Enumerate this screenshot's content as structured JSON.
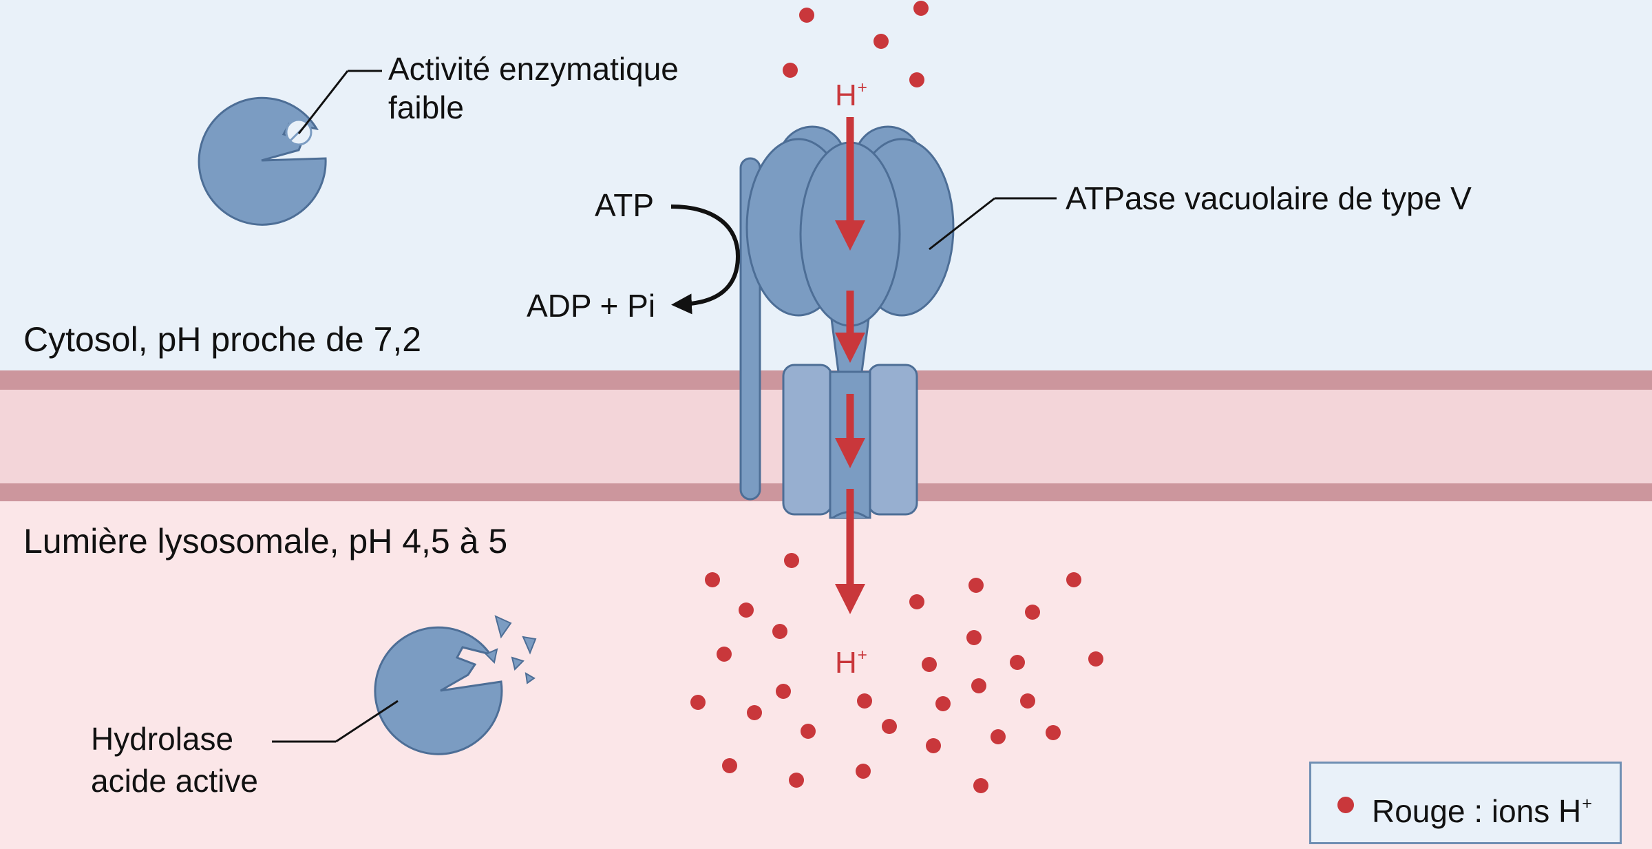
{
  "labels": {
    "enzyme_low_line1": "Activité enzymatique",
    "enzyme_low_line2": "faible",
    "atpase": "ATPase vacuolaire de type V",
    "atp": "ATP",
    "adp_pi": "ADP + Pi",
    "cytosol": "Cytosol, pH proche de 7,2",
    "lumen": "Lumière lysosomale, pH 4,5 à 5",
    "hydrolase_line1": "Hydrolase",
    "hydrolase_line2": "acide active",
    "proton_symbol": "H",
    "proton_charge": "+"
  },
  "legend": {
    "text": "Rouge : ions H",
    "charge": "+"
  },
  "colors": {
    "cytosol_bg": "#e9f1f9",
    "lumen_bg": "#fbe6e8",
    "membrane_core": "#f3d5d9",
    "membrane_edge": "#cc969d",
    "protein": "#7b9cc2",
    "protein_stroke": "#4d6e96",
    "proton": "#c9373b"
  },
  "icons": {
    "inactive_enzyme": "enzyme-inhibited-icon",
    "active_enzyme": "enzyme-active-icon",
    "pump": "v-atpase-icon",
    "proton": "proton-dot-icon"
  }
}
